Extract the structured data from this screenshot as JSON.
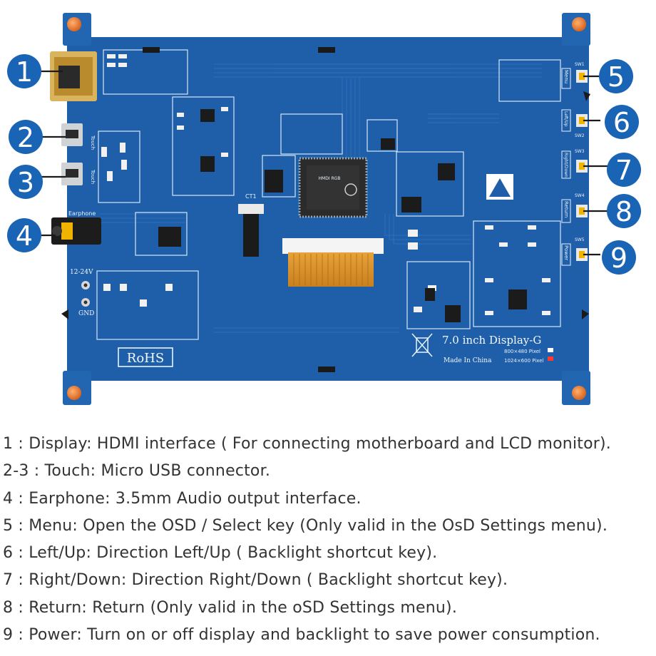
{
  "callouts": [
    "1",
    "2",
    "3",
    "4",
    "5",
    "6",
    "7",
    "8",
    "9"
  ],
  "board": {
    "model_label": "7.0 inch Display-G",
    "origin_label": "Made In China",
    "res_small": "800×480 Pixel",
    "res_large": "1024×600 Pixel",
    "rohs": "RoHS",
    "earphone": "Earphone",
    "power_in": "12-24V",
    "gnd": "GND",
    "chip_text": "HMDI RGB",
    "sw_labels": [
      "Menu",
      "Left/Up",
      "Right/Down",
      "Return",
      "Power"
    ],
    "sw_ids": [
      "SW1",
      "SW2",
      "SW3",
      "SW4",
      "SW5"
    ],
    "touch_label": "Touch"
  },
  "descriptions": [
    "1 : Display: HDMI interface ( For connecting motherboard and LCD monitor).",
    "2-3 : Touch: Micro USB connector.",
    "4 : Earphone: 3.5mm Audio output interface.",
    "5 : Menu: Open the OSD / Select key (Only valid in the OsD Settings menu).",
    "6 : Left/Up: Direction Left/Up ( Backlight shortcut key).",
    "7 : Right/Down: Direction Right/Down ( Backlight shortcut key).",
    "8 : Return: Return (Only valid in the oSD Settings menu).",
    "9 : Power: Turn on or off display and backlight to save power consumption."
  ],
  "colors": {
    "board": "#1f5ea8",
    "callout": "#1a64b5",
    "silkscreen": "#e8f2fb"
  }
}
